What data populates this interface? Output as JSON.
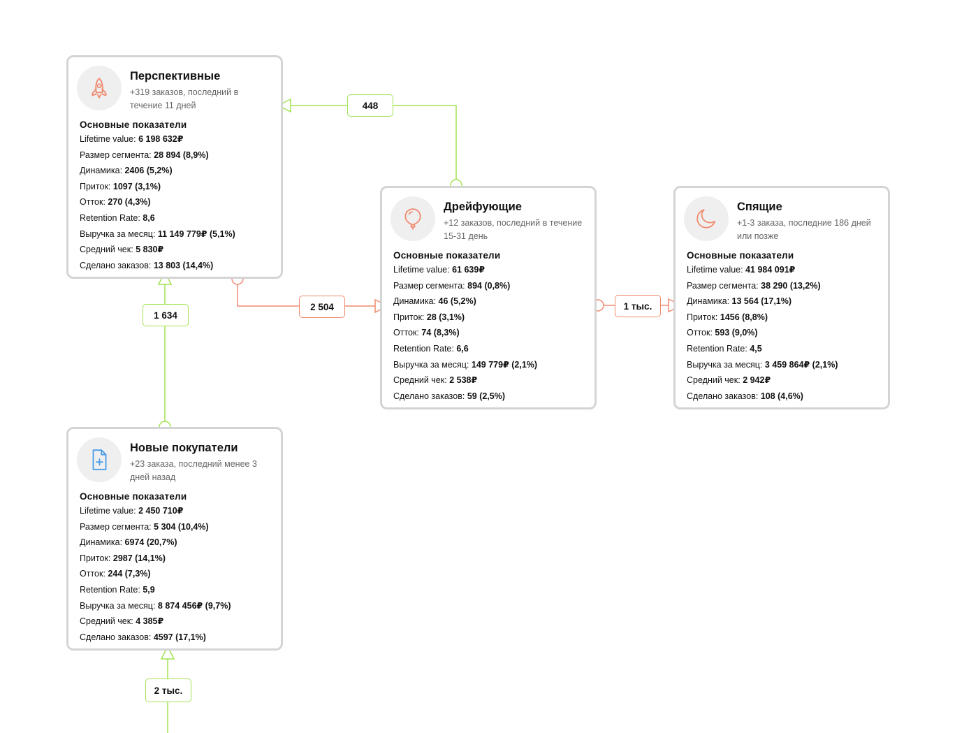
{
  "colors": {
    "green": "#a3e254",
    "orange": "#f08a6f",
    "card_border": "#d4d4d6",
    "icon_bg": "#efefef"
  },
  "section_title": "Основные показатели",
  "metric_labels": {
    "ltv": "Lifetime value:",
    "size": "Размер сегмента:",
    "dynamics": "Динамика:",
    "inflow": "Приток:",
    "outflow": "Отток:",
    "retention": "Retention Rate:",
    "revenue": "Выручка за месяц:",
    "avg_check": "Средний чек:",
    "orders": "Сделано заказов:"
  },
  "segments": {
    "promising": {
      "icon": "rocket-icon",
      "title": "Перспективные",
      "subtitle": "+319 заказов, последний в течение 11 дней",
      "metrics": {
        "ltv": "6 198 632₽",
        "size": "28 894 (8,9%)",
        "dynamics": "2406 (5,2%)",
        "inflow": "1097 (3,1%)",
        "outflow": "270 (4,3%)",
        "retention": "8,6",
        "revenue": "11 149 779₽ (5,1%)",
        "avg_check": "5 830₽",
        "orders": "13 803 (14,4%)"
      }
    },
    "drifting": {
      "icon": "balloon-icon",
      "title": "Дрейфующие",
      "subtitle": "+12 заказов, последний в течение 15-31 день",
      "metrics": {
        "ltv": "61 639₽",
        "size": "894 (0,8%)",
        "dynamics": "46 (5,2%)",
        "inflow": "28 (3,1%)",
        "outflow": "74 (8,3%)",
        "retention": "6,6",
        "revenue": "149 779₽ (2,1%)",
        "avg_check": "2 538₽",
        "orders": "59 (2,5%)"
      }
    },
    "sleeping": {
      "icon": "moon-icon",
      "title": "Спящие",
      "subtitle": "+1-3 заказа, последние 186 дней или позже",
      "metrics": {
        "ltv": "41 984 091₽",
        "size": "38 290 (13,2%)",
        "dynamics": "13 564 (17,1%)",
        "inflow": "1456 (8,8%)",
        "outflow": "593 (9,0%)",
        "retention": "4,5",
        "revenue": "3 459 864₽ (2,1%)",
        "avg_check": "2 942₽",
        "orders": "108 (4,6%)"
      }
    },
    "new_buyers": {
      "icon": "new-document-icon",
      "title": "Новые покупатели",
      "subtitle": "+23 заказа, последний менее 3 дней назад",
      "metrics": {
        "ltv": "2 450 710₽",
        "size": "5 304 (10,4%)",
        "dynamics": "6974 (20,7%)",
        "inflow": "2987 (14,1%)",
        "outflow": "244 (7,3%)",
        "retention": "5,9",
        "revenue": "8 874 456₽ (9,7%)",
        "avg_check": "4 385₽",
        "orders": "4597 (17,1%)"
      }
    }
  },
  "flows": {
    "drifting_to_promising": "448",
    "new_to_promising": "1 634",
    "promising_to_drifting": "2 504",
    "drifting_to_sleeping": "1 тыс.",
    "incoming_new": "2 тыс."
  }
}
